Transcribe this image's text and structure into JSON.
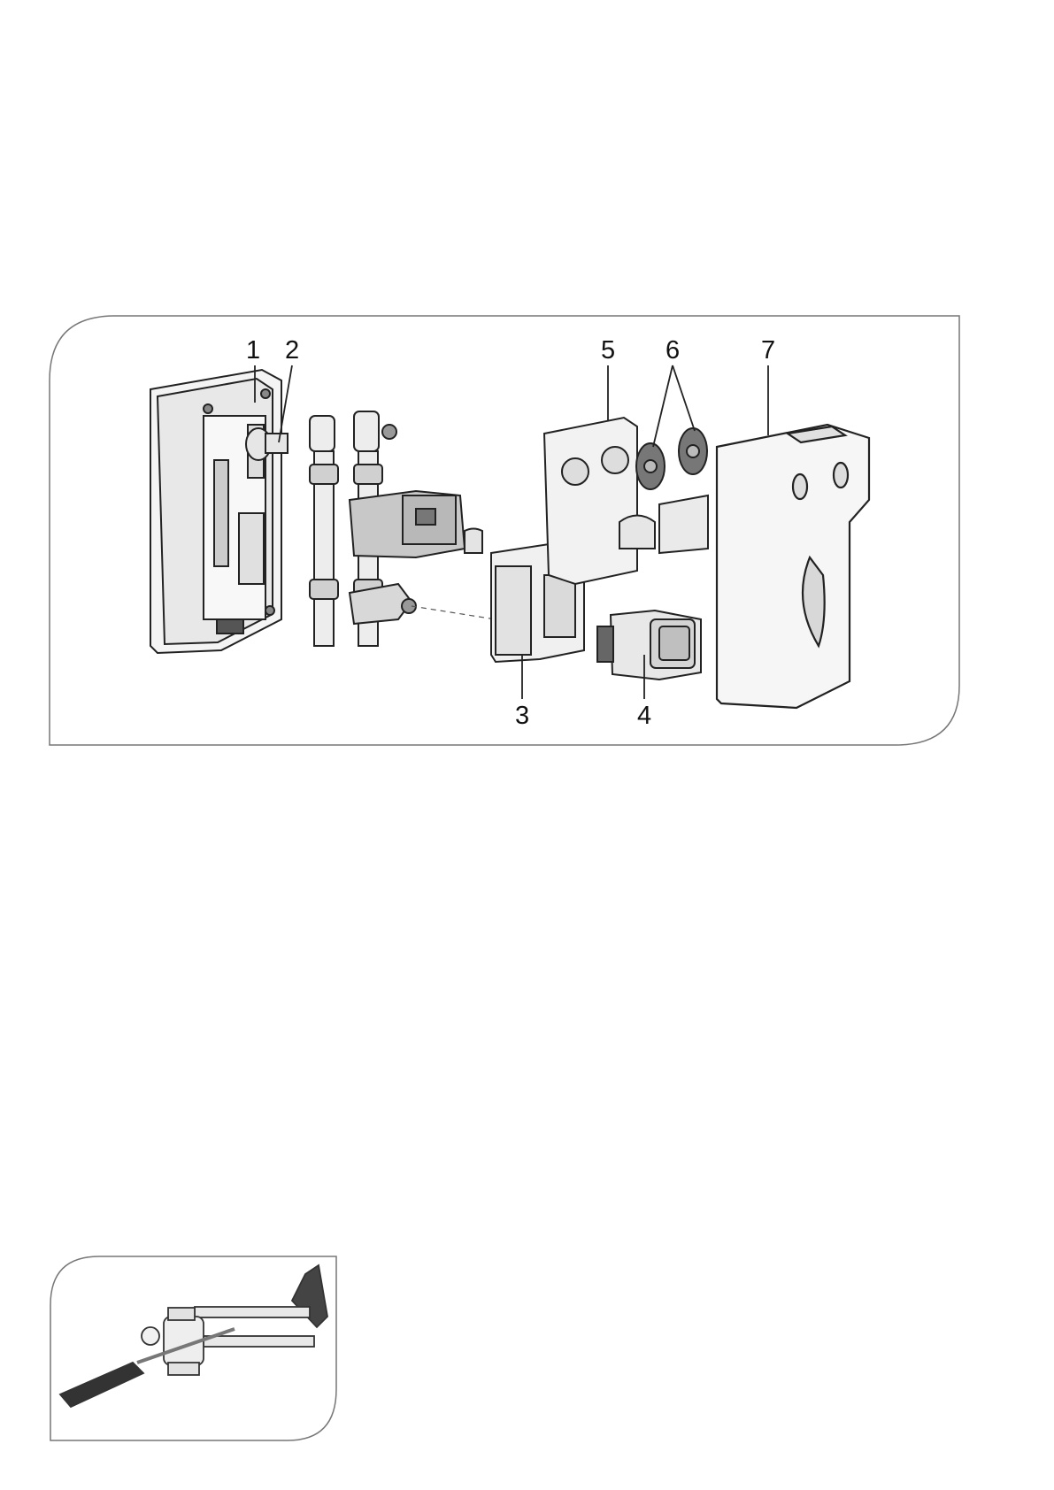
{
  "diagram": {
    "callouts": [
      "1",
      "2",
      "3",
      "4",
      "5",
      "6",
      "7"
    ]
  },
  "illustrations": {
    "main": "exploded-assembly-pump-station",
    "inset": "valve-with-screwdriver"
  }
}
